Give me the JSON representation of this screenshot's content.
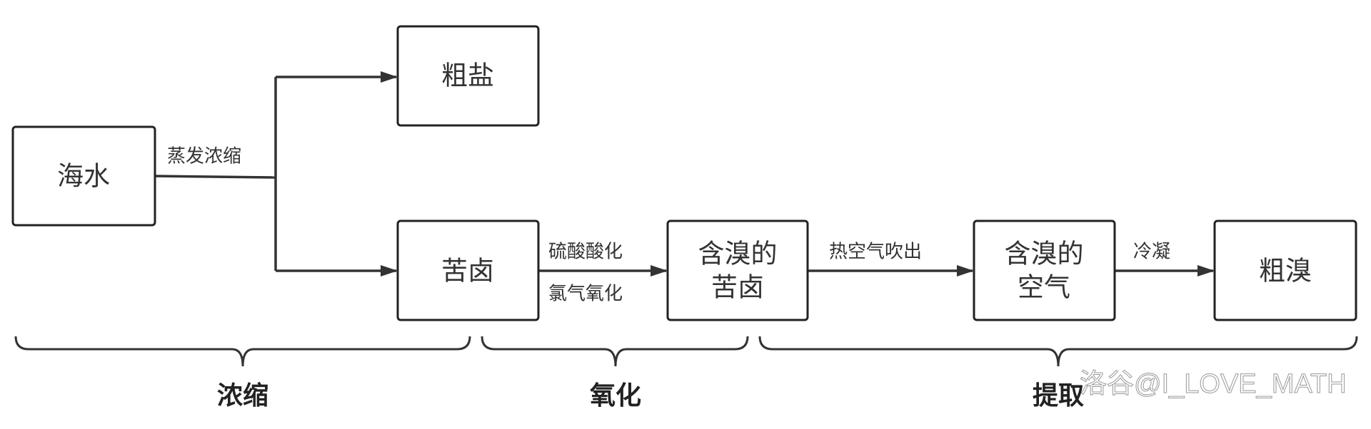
{
  "nodes": {
    "seawater": "海水",
    "crude_salt": "粗盐",
    "bittern": "苦卤",
    "br_bittern": [
      "含溴的",
      "苦卤"
    ],
    "br_air": [
      "含溴的",
      "空气"
    ],
    "crude_bromine": "粗溴"
  },
  "edges": {
    "evaporate": "蒸发浓缩",
    "acidify": "硫酸酸化",
    "chlorine": "氯气氧化",
    "hot_air": "热空气吹出",
    "condense": "冷凝"
  },
  "stages": [
    "浓缩",
    "氧化",
    "提取"
  ],
  "watermark": "洛谷@I_LOVE_MATH"
}
